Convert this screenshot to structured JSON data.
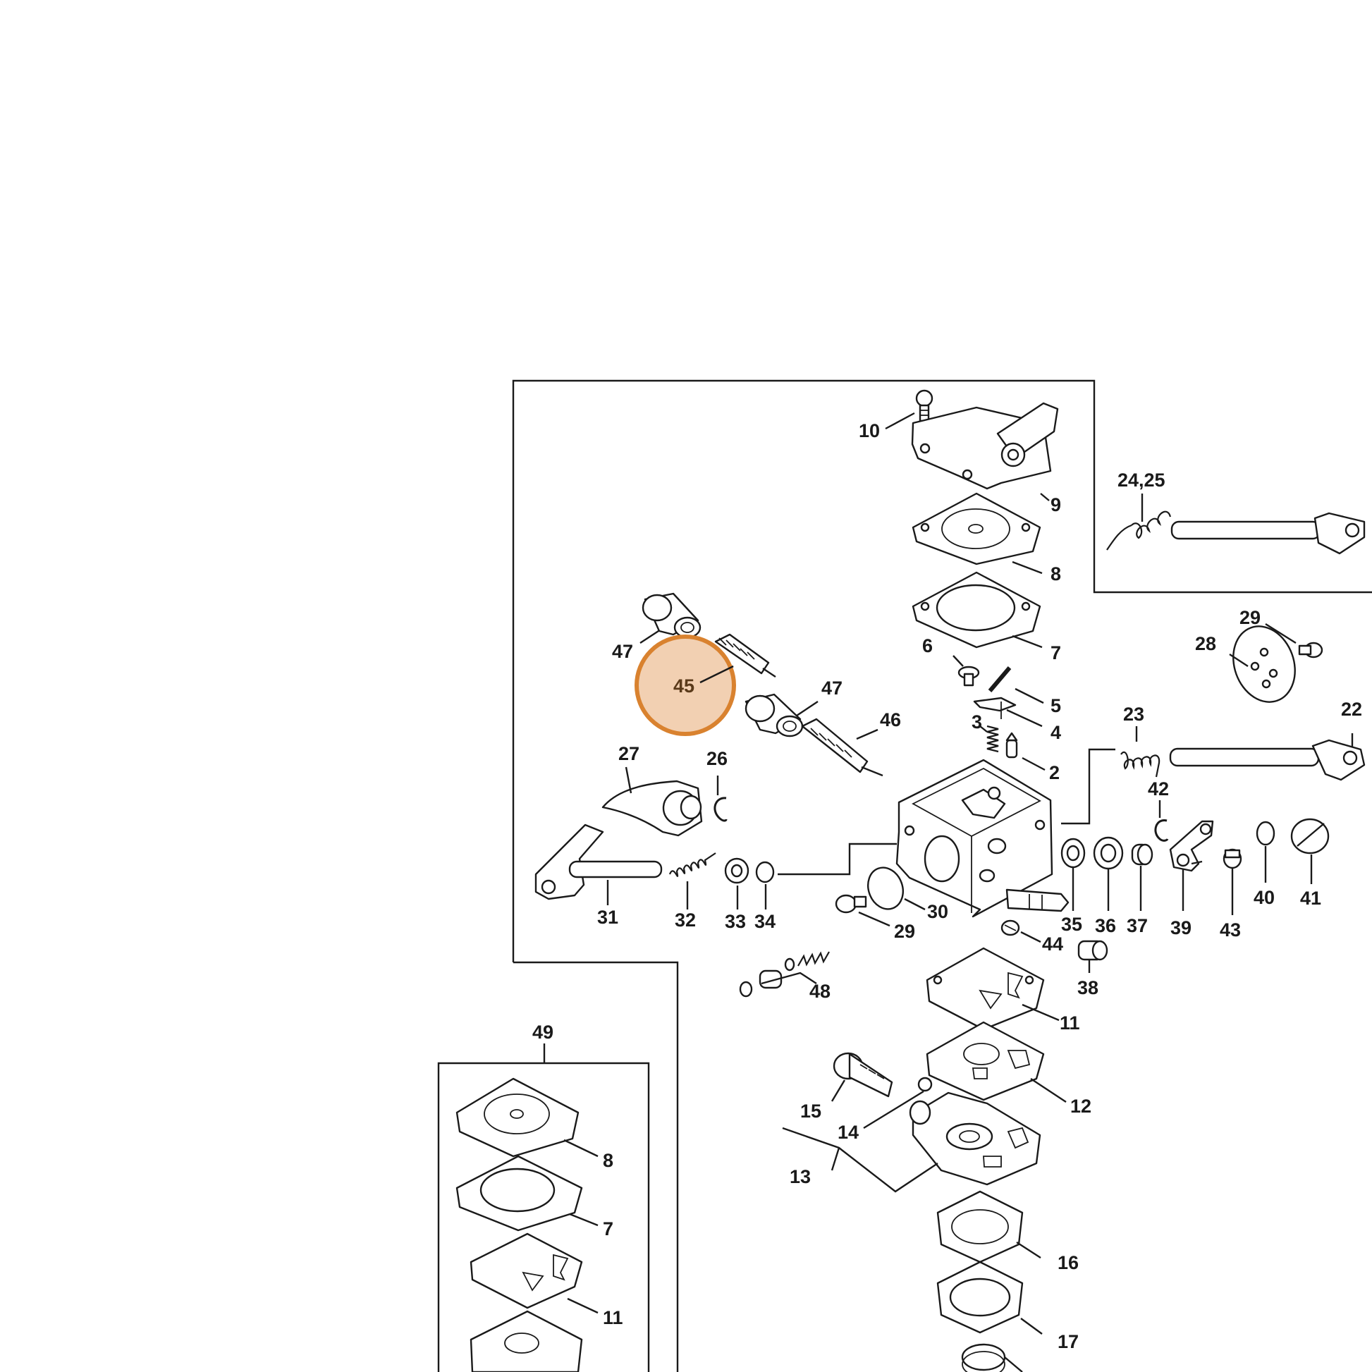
{
  "highlight": {
    "label": "45",
    "fill_color": "#f0c8a4",
    "ring_color": "#d9822f"
  },
  "labels": {
    "p10": "10",
    "p9": "9",
    "p8": "8",
    "p7": "7",
    "p6": "6",
    "p5": "5",
    "p4": "4",
    "p3": "3",
    "p2": "2",
    "p2425": "24,25",
    "p29a": "29",
    "p28": "28",
    "p22": "22",
    "p23": "23",
    "p42": "42",
    "p47a": "47",
    "p45": "45",
    "p47b": "47",
    "p46": "46",
    "p27": "27",
    "p26": "26",
    "p31": "31",
    "p32": "32",
    "p33": "33",
    "p34": "34",
    "p30": "30",
    "p29b": "29",
    "p35": "35",
    "p36": "36",
    "p37": "37",
    "p39": "39",
    "p43": "43",
    "p40": "40",
    "p41": "41",
    "p44": "44",
    "p38": "38",
    "p48": "48",
    "p11": "11",
    "p12": "12",
    "p15": "15",
    "p14": "14",
    "p13": "13",
    "p16": "16",
    "p17": "17",
    "p49": "49",
    "k8": "8",
    "k7": "7",
    "k11": "11"
  }
}
